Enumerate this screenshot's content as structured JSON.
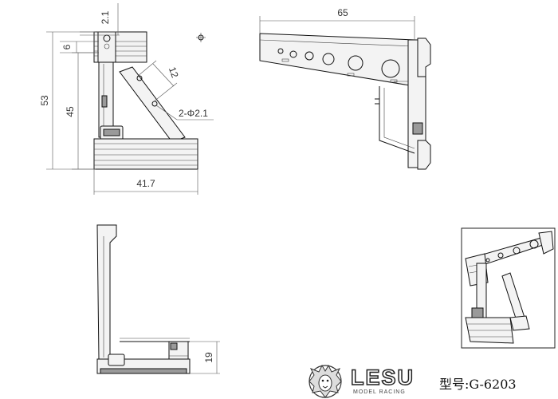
{
  "dimensions": {
    "d_2_1": "2.1",
    "d_6": "6",
    "d_53": "53",
    "d_45": "45",
    "d_12": "12",
    "d_hole": "2-Φ2.1",
    "d_41_7": "41.7",
    "d_65": "65",
    "d_19": "19"
  },
  "brand": {
    "wordmark": "LESU",
    "tagline": "MODEL RACING"
  },
  "model": {
    "label": "型号:G-6203"
  },
  "colors": {
    "line": "#111111",
    "fill": "#f3f3f3",
    "accent": "#9a9a9a"
  }
}
